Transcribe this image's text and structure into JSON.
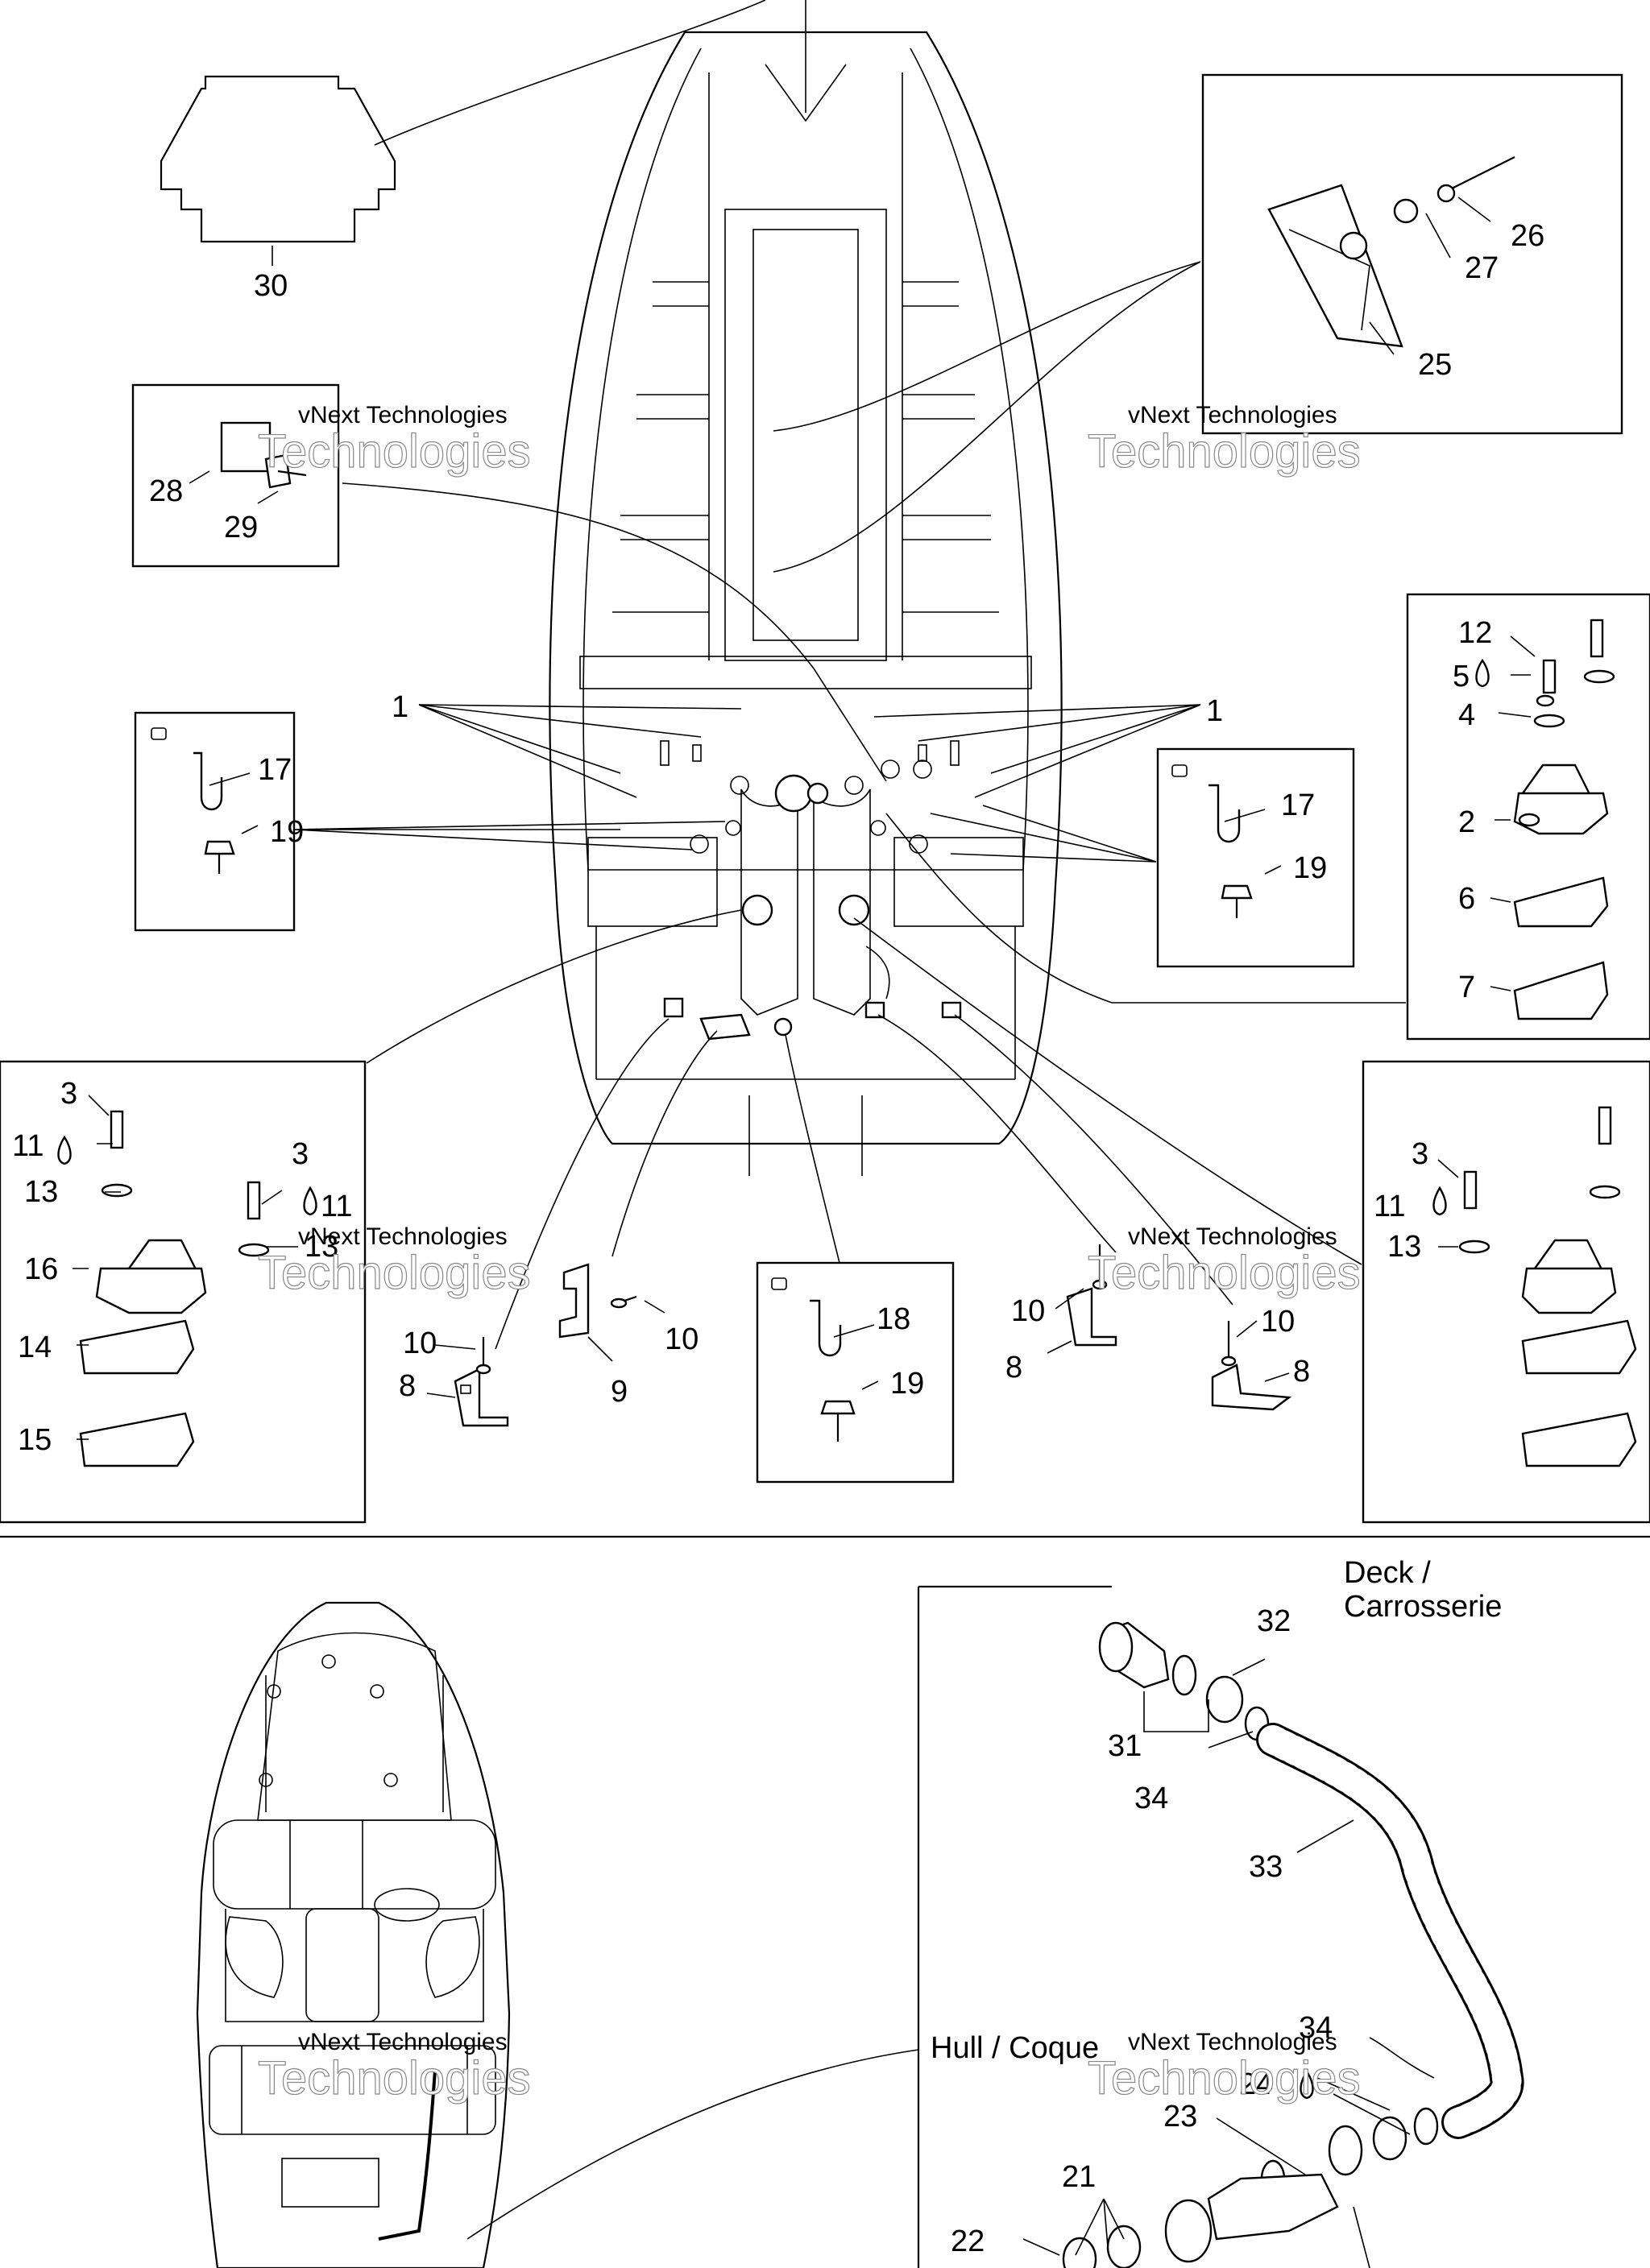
{
  "watermark": {
    "line1": "vNext Technologies",
    "line2": "Technologies"
  },
  "callouts": {
    "p1": "1",
    "p2": "2",
    "p3": "3",
    "p4": "4",
    "p5": "5",
    "p6": "6",
    "p7": "7",
    "p8": "8",
    "p9": "9",
    "p10": "10",
    "p11": "11",
    "p12": "12",
    "p13": "13",
    "p14": "14",
    "p15": "15",
    "p16": "16",
    "p17": "17",
    "p18": "18",
    "p19": "19",
    "p21": "21",
    "p22": "22",
    "p23": "23",
    "p24": "24",
    "p25": "25",
    "p26": "26",
    "p27": "27",
    "p28": "28",
    "p29": "29",
    "p30": "30",
    "p31": "31",
    "p32": "32",
    "p33": "33",
    "p34": "34"
  },
  "labels": {
    "deck": "Deck /",
    "deck_fr": "Carrosserie",
    "hull": "Hull / Coque"
  },
  "icons": {
    "sealant_drop": "drop-icon"
  }
}
